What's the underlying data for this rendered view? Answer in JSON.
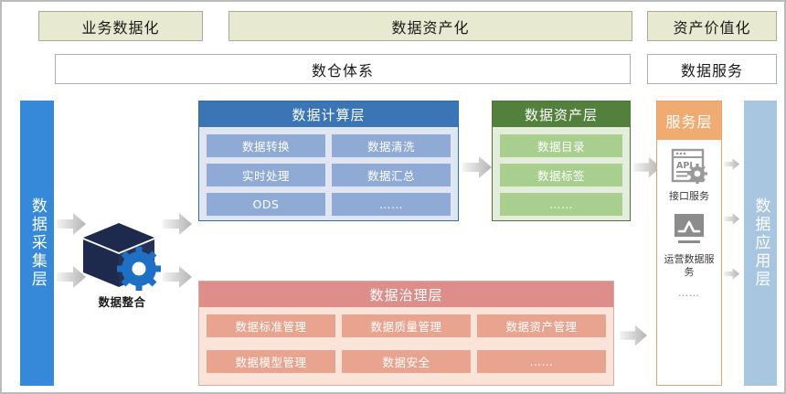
{
  "top": {
    "banners": [
      {
        "label": "业务数据化"
      },
      {
        "label": "数据资产化"
      },
      {
        "label": "资产价值化"
      }
    ],
    "subboxes": [
      {
        "label": "数仓体系"
      },
      {
        "label": "数据服务"
      }
    ]
  },
  "columns": {
    "collect": {
      "label": "数据采集层",
      "color": "#3688d8"
    },
    "app": {
      "label": "数据应用层",
      "color": "#a9c6e0"
    }
  },
  "integration": {
    "label": "数据整合",
    "cube_icon": "cube-gear-icon"
  },
  "panels": {
    "compute": {
      "title": "数据计算层",
      "header_color": "#3b75b5",
      "chip_color": "#8faad4",
      "items": [
        "数据转换",
        "数据清洗",
        "实时处理",
        "数据汇总",
        "ODS",
        "……"
      ]
    },
    "asset": {
      "title": "数据资产层",
      "header_color": "#53803c",
      "chip_color": "#a9cf8f",
      "items": [
        "数据目录",
        "数据标签",
        "……"
      ]
    },
    "govern": {
      "title": "数据治理层",
      "header_color": "#dd8e8a",
      "chip_color": "#e8a48f",
      "items": [
        "数据标准管理",
        "数据质量管理",
        "数据资产管理",
        "数据模型管理",
        "数据安全",
        "……"
      ]
    },
    "service": {
      "title": "服务层",
      "header_color": "#f0ab72",
      "entries": [
        {
          "icon": "api-window-gear-icon",
          "label": "接口服务"
        },
        {
          "icon": "monitor-chart-icon",
          "label": "运营数据服务"
        }
      ],
      "more": "……"
    }
  }
}
